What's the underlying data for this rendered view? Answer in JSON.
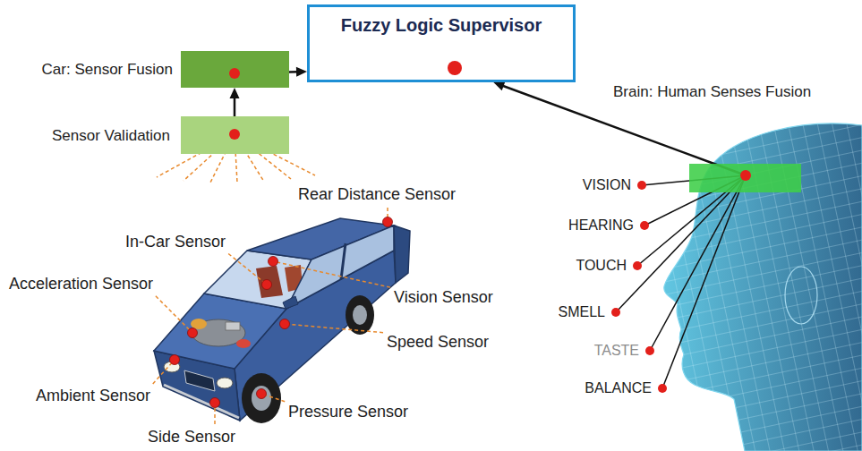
{
  "diagram": {
    "nodes": [
      {
        "text": [
          "Fuzzy Logic Supervisor"
        ]
      },
      {
        "text": [
          "Car: Sensor Fusion"
        ]
      },
      {
        "text": [
          "Sensor Validation"
        ]
      },
      {
        "text": [
          "Brain: Human Senses Fusion"
        ]
      }
    ],
    "edges": [
      {
        "from": 2,
        "to": 1,
        "arrow": "to"
      },
      {
        "from": 1,
        "to": 0,
        "arrow": "to"
      },
      {
        "from": 3,
        "to": 0,
        "arrow": "to"
      }
    ],
    "labels": [
      "Rear Distance Sensor",
      "In-Car Sensor",
      "Acceleration Sensor",
      "Vision Sensor",
      "Speed Sensor",
      "Ambient Sensor",
      "Pressure Sensor",
      "Side Sensor",
      "VISION",
      "HEARING",
      "TOUCH",
      "SMELL",
      "TASTE",
      "BALANCE"
    ]
  }
}
